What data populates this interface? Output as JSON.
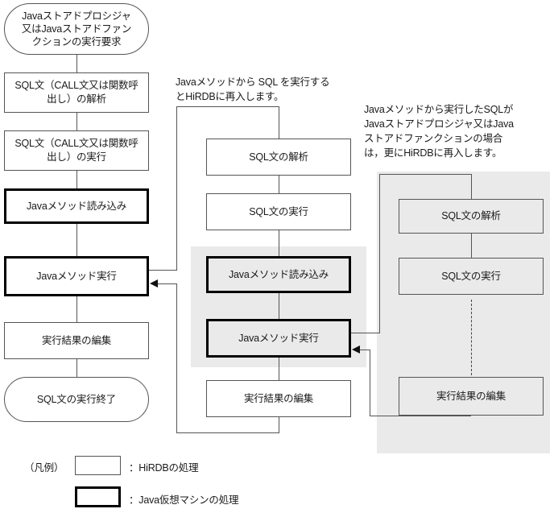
{
  "diagram": {
    "title_alt": "HiRDB Java stored procedure / function execution flow",
    "colors": {
      "shade": "#eaeaea",
      "hirdb_border": "#555555",
      "jvm_border": "#000000",
      "text": "#1a1a1a",
      "line": "#555555",
      "arrow": "#111111"
    },
    "columns": {
      "left": {
        "name": "main-flow-column",
        "nodes": [
          {
            "id": "start",
            "shape": "terminator",
            "kind": "hirdb",
            "label": "Javaストアドプロシジャ\n又はJavaストアドファン\nクションの実行要求"
          },
          {
            "id": "l1",
            "shape": "process",
            "kind": "hirdb",
            "label": "SQL文（CALL文又は関数呼\n出し）の解析"
          },
          {
            "id": "l2",
            "shape": "process",
            "kind": "hirdb",
            "label": "SQL文（CALL文又は関数呼\n出し）の実行"
          },
          {
            "id": "l3",
            "shape": "process",
            "kind": "jvm",
            "label": "Javaメソッド読み込み"
          },
          {
            "id": "l4",
            "shape": "process",
            "kind": "jvm",
            "label": "Javaメソッド実行"
          },
          {
            "id": "l5",
            "shape": "process",
            "kind": "hirdb",
            "label": "実行結果の編集"
          },
          {
            "id": "end",
            "shape": "terminator",
            "kind": "hirdb",
            "label": "SQL文の実行終了"
          }
        ]
      },
      "middle": {
        "name": "reentrant-flow-column",
        "note": "Javaメソッドから SQL を実行する\nとHiRDBに再入します。",
        "nodes": [
          {
            "id": "m1",
            "shape": "process",
            "kind": "hirdb",
            "label": "SQL文の解析"
          },
          {
            "id": "m2",
            "shape": "process",
            "kind": "hirdb",
            "label": "SQL文の実行"
          },
          {
            "id": "m3",
            "shape": "process",
            "kind": "jvm",
            "label": "Javaメソッド読み込み"
          },
          {
            "id": "m4",
            "shape": "process",
            "kind": "jvm",
            "label": "Javaメソッド実行"
          },
          {
            "id": "m5",
            "shape": "process",
            "kind": "hirdb",
            "label": "実行結果の編集"
          }
        ]
      },
      "right": {
        "name": "nested-reentrant-flow-column",
        "note": "Javaメソッドから実行したSQLが\nJavaストアドプロシジャ又はJava\nストアドファンクションの場合\nは，更にHiRDBに再入します。",
        "nodes": [
          {
            "id": "r1",
            "shape": "process",
            "kind": "hirdb",
            "label": "SQL文の解析"
          },
          {
            "id": "r2",
            "shape": "process",
            "kind": "hirdb",
            "label": "SQL文の実行"
          },
          {
            "id": "r3",
            "shape": "process",
            "kind": "hirdb",
            "label": "実行結果の編集"
          }
        ]
      }
    },
    "legend": {
      "label": "（凡例）",
      "entries": [
        {
          "kind": "hirdb",
          "text": "：HiRDBの処理"
        },
        {
          "kind": "jvm",
          "text": "：Java仮想マシンの処理"
        }
      ]
    }
  }
}
